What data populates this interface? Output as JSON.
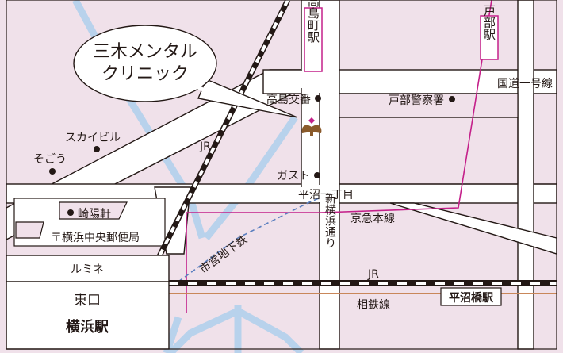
{
  "map": {
    "callout_line1": "三木メンタル",
    "callout_line2": "クリニック",
    "labels": {
      "takashimacho_station": "高島町駅",
      "tobe_station": "戸部駅",
      "route1": "国道一号線",
      "takashima_koban": "高島交番",
      "tobe_police": "戸部警察署",
      "skybuilding": "スカイビル",
      "sogo": "そごう",
      "jr_upper": "JR",
      "gusto": "ガスト",
      "hiranuma1": "平沼一丁目",
      "kiyoken": "崎陽軒",
      "post_office": "〒横浜中央郵便局",
      "keikyu": "京急本線",
      "subway": "市営地下鉄",
      "shin_yokohama_dori": "新横浜通り",
      "lumine": "ルミネ",
      "higashiguchi": "東口",
      "yokohama_station": "横浜駅",
      "jr_lower": "JR",
      "hiranumabashi": "平沼橋駅",
      "sotetsu": "相鉄線"
    },
    "colors": {
      "background": "#f0e1ea",
      "road": "#ffffff",
      "outline": "#231815",
      "water": "#b8d2ec",
      "keikyu_line": "#c4208a",
      "subway_line": "#5b7fbf",
      "sotetsu_line": "#c9875a"
    },
    "clinic_icon": "flower-logo-icon"
  }
}
